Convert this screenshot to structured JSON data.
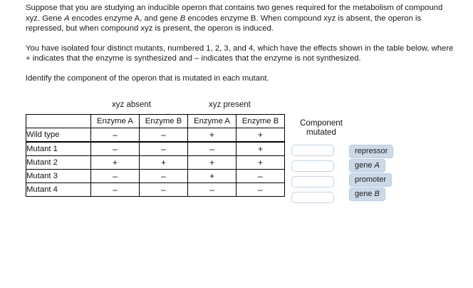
{
  "question": {
    "paragraphs": [
      {
        "segments": [
          {
            "text": "Suppose that you are studying an inducible operon that contains two genes required for the metabolism of compound xyz. Gene ",
            "italic": false
          },
          {
            "text": "A",
            "italic": true
          },
          {
            "text": " encodes enzyme A, and gene ",
            "italic": false
          },
          {
            "text": "B",
            "italic": true
          },
          {
            "text": " encodes enzyme B. When compound xyz is absent, the operon is repressed, but when compound xyz is present, the operon is induced.",
            "italic": false
          }
        ]
      },
      {
        "segments": [
          {
            "text": "You have isolated four distinct mutants, numbered 1, 2, 3, and 4, which have the effects shown in the table below, where + indicates that the enzyme is synthesized and – indicates that the enzyme is not synthesized.",
            "italic": false
          }
        ]
      },
      {
        "segments": [
          {
            "text": "Identify the component of the operon that is mutated in each mutant.",
            "italic": false
          }
        ]
      }
    ]
  },
  "table": {
    "condition_captions": {
      "absent": "xyz absent",
      "present": "xyz present"
    },
    "corner_header": "",
    "column_headers": [
      "Enzyme A",
      "Enzyme B",
      "Enzyme A",
      "Enzyme B"
    ],
    "rows": [
      {
        "label": "Wild type",
        "values": [
          "–",
          "–",
          "+",
          "+"
        ]
      },
      {
        "label": "Mutant 1",
        "values": [
          "–",
          "–",
          "–",
          "+"
        ]
      },
      {
        "label": "Mutant 2",
        "values": [
          "+",
          "+",
          "+",
          "+"
        ]
      },
      {
        "label": "Mutant 3",
        "values": [
          "–",
          "–",
          "+",
          "–"
        ]
      },
      {
        "label": "Mutant 4",
        "values": [
          "–",
          "–",
          "–",
          "–"
        ]
      }
    ]
  },
  "answer_area": {
    "heading_line1": "Component",
    "heading_line2": "mutated",
    "dropzones": [
      {
        "value": ""
      },
      {
        "value": ""
      },
      {
        "value": ""
      },
      {
        "value": ""
      }
    ],
    "chips": [
      {
        "prefix": "repressor",
        "italic_suffix": ""
      },
      {
        "prefix": "gene ",
        "italic_suffix": "A"
      },
      {
        "prefix": "promoter",
        "italic_suffix": ""
      },
      {
        "prefix": "gene ",
        "italic_suffix": "B"
      }
    ]
  },
  "colors": {
    "background": "#ffffff",
    "text": "#111111",
    "table_border": "#000000",
    "chip_fill": "#ccd9e8",
    "chip_border": "#bcccde",
    "dropzone_border": "#c3d3e2"
  }
}
